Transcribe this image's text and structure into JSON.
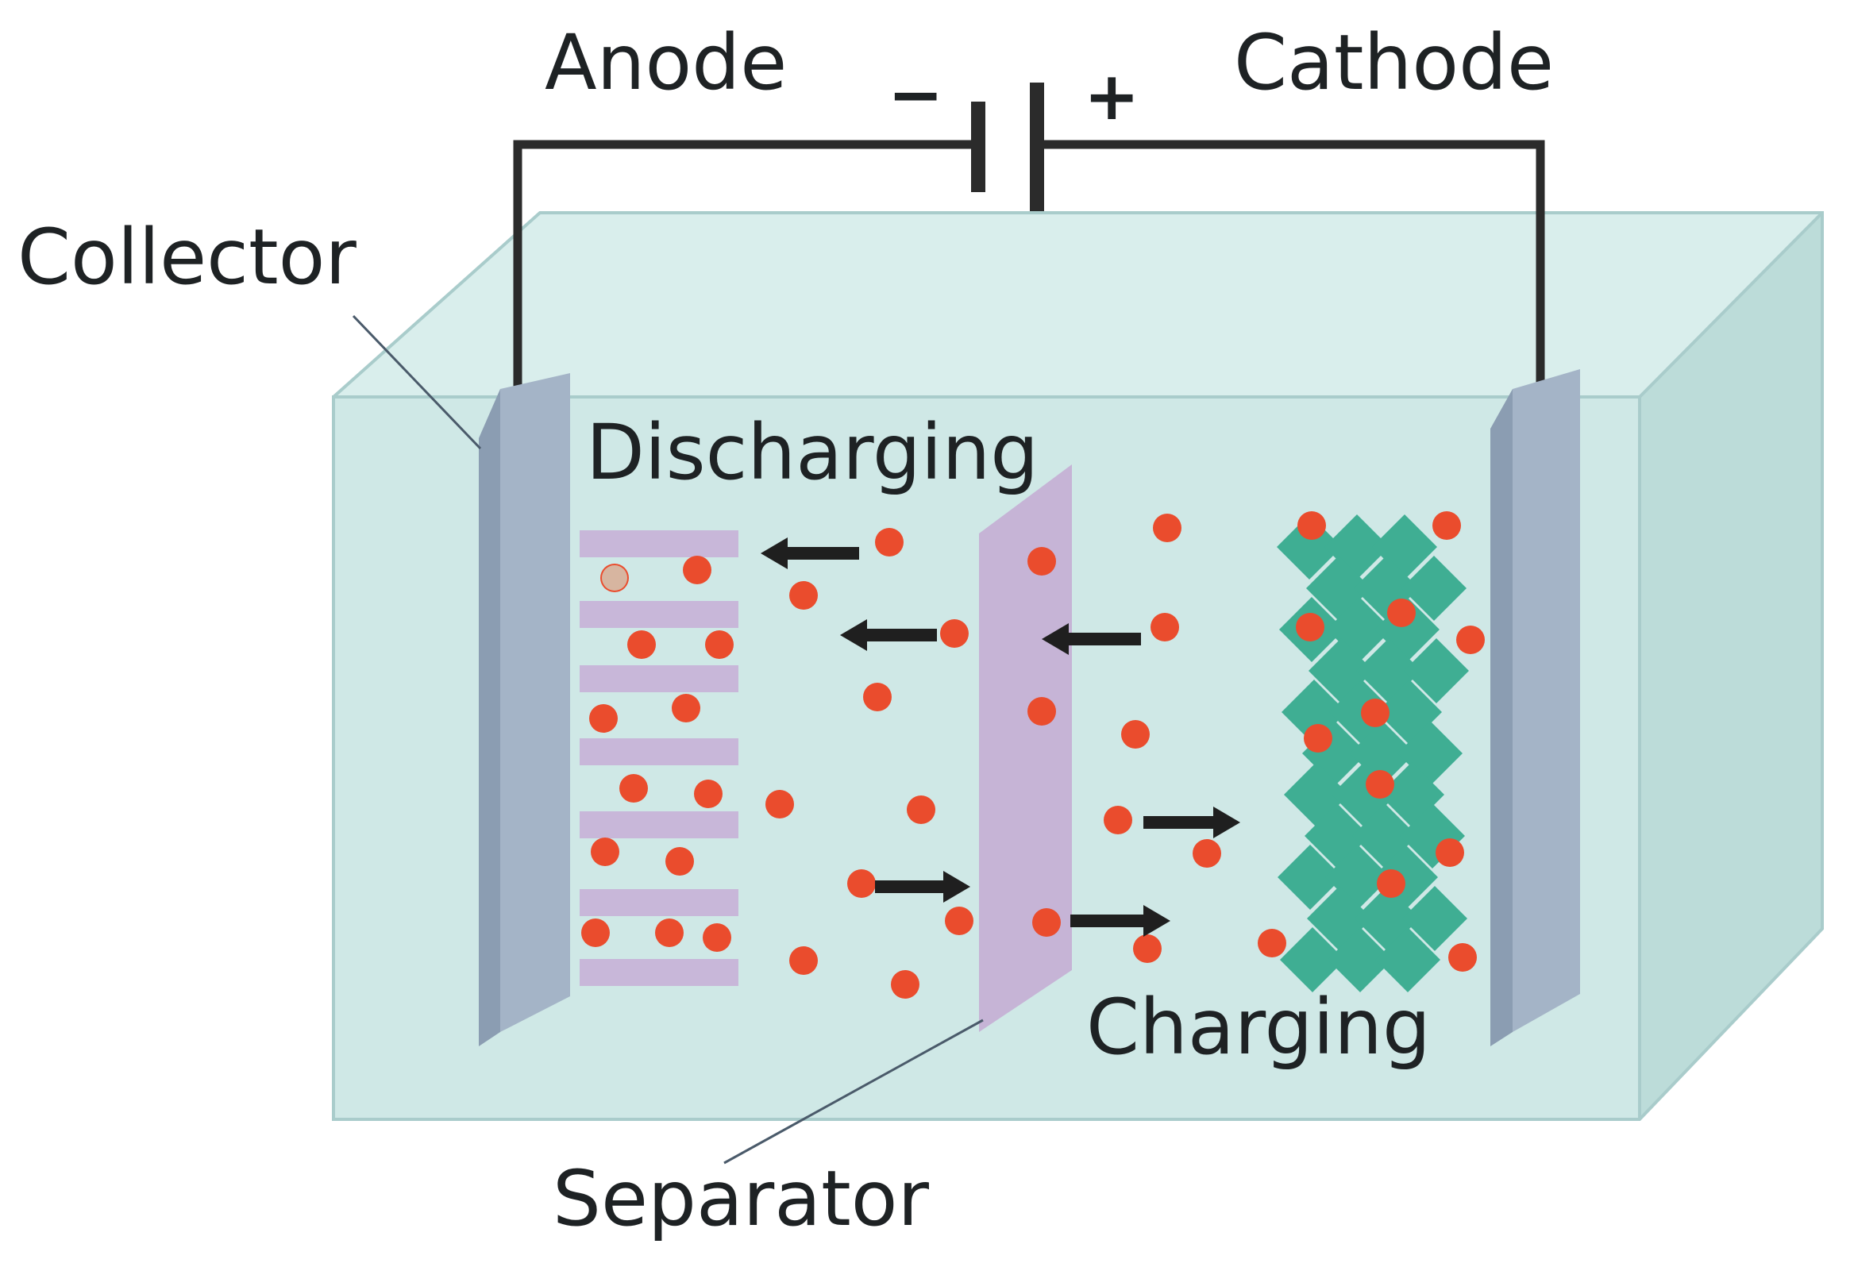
{
  "labels": {
    "anode": "Anode",
    "cathode": "Cathode",
    "collector": "Collector",
    "discharging": "Discharging",
    "charging": "Charging",
    "separator": "Separator",
    "negative_sign": "−",
    "positive_sign": "+"
  },
  "colors": {
    "electrolyte": "#cfe8e6",
    "electrolyte_top": "#d9eeec",
    "electrolyte_side": "#bcdcd9",
    "box_edge": "#a9cccb",
    "collector": "#a4b4c7",
    "collector_dark": "#8b9db2",
    "separator": "#c6b4d6",
    "anode_layers": "#c8b7d9",
    "cathode_crystal": "#3fae93",
    "lithium_ion": "#ea4c2d",
    "wire": "#2b2b2b",
    "arrow": "#1f1f1f",
    "leader_line": "#4a5a6a"
  }
}
